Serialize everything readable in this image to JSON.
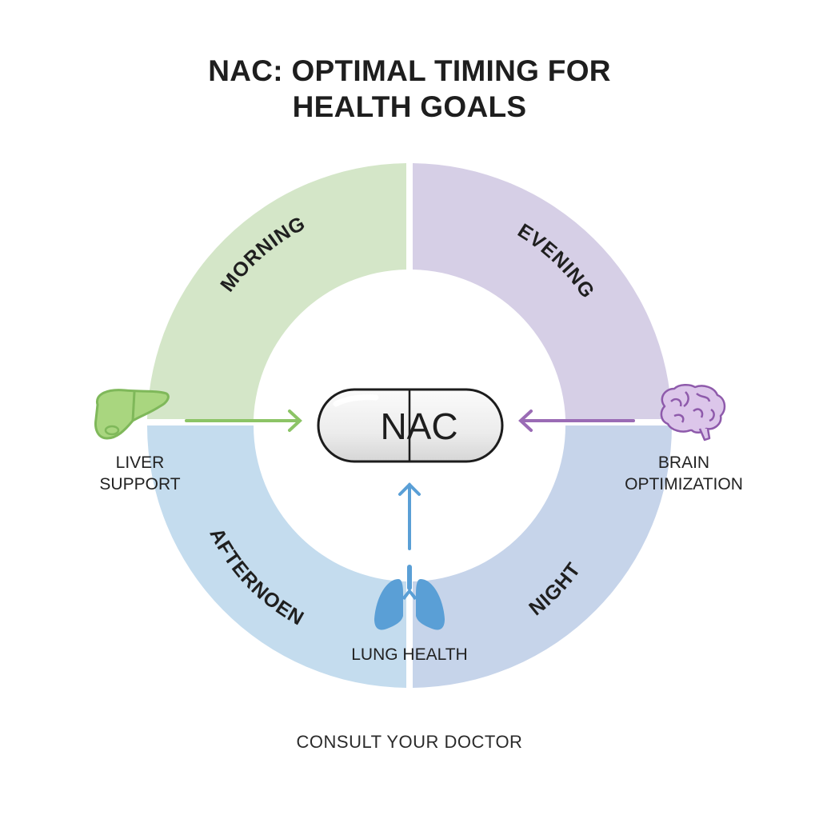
{
  "title": {
    "line1": "NAC: OPTIMAL TIMING FOR",
    "line2": "HEALTH GOALS"
  },
  "center": {
    "label": "NAC",
    "icon": "capsule-pill-icon"
  },
  "segments": [
    {
      "id": "morning",
      "label": "MORNING",
      "color": "#d4e6c8",
      "position": "top-left"
    },
    {
      "id": "evening",
      "label": "EVENING",
      "color": "#d6cfe6",
      "position": "top-right"
    },
    {
      "id": "afternoon",
      "label": "AFTERNOEN",
      "color": "#c4dcee",
      "position": "bottom-left"
    },
    {
      "id": "night",
      "label": "NIGHT",
      "color": "#c6d4ea",
      "position": "bottom-right"
    }
  ],
  "benefits": [
    {
      "id": "liver",
      "line1": "LIVER",
      "line2": "SUPPORT",
      "icon": "liver-icon",
      "color": "#8cc466",
      "arrow_direction": "right"
    },
    {
      "id": "brain",
      "line1": "BRAIN",
      "line2": "OPTIMIZATION",
      "icon": "brain-icon",
      "color": "#9a6bb5",
      "arrow_direction": "left"
    },
    {
      "id": "lung",
      "line1": "LUNG HEALTH",
      "icon": "lungs-icon",
      "color": "#5a9fd6",
      "arrow_direction": "up"
    }
  ],
  "footer": "CONSULT YOUR DOCTOR"
}
